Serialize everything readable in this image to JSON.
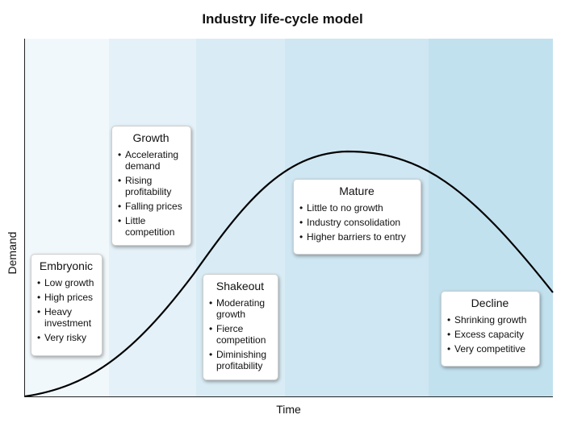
{
  "title": "Industry life-cycle model",
  "xlabel": "Time",
  "ylabel": "Demand",
  "colors": {
    "curve": "#000000",
    "stage_bands": [
      "#f1f8fc",
      "#e4f1f8",
      "#d9ecf5",
      "#cfe7f2",
      "#c2e1ef"
    ]
  },
  "stages": [
    {
      "name": "Embryonic",
      "bullets": [
        "Low growth",
        "High prices",
        "Heavy investment",
        "Very risky"
      ]
    },
    {
      "name": "Growth",
      "bullets": [
        "Accelerating demand",
        "Rising profitability",
        "Falling prices",
        "Little competition"
      ]
    },
    {
      "name": "Shakeout",
      "bullets": [
        "Moderating growth",
        "Fierce competition",
        "Diminishing profitability"
      ]
    },
    {
      "name": "Mature",
      "bullets": [
        "Little to no growth",
        "Industry consolidation",
        "Higher barriers to entry"
      ]
    },
    {
      "name": "Decline",
      "bullets": [
        "Shrinking growth",
        "Excess capacity",
        "Very competitive"
      ]
    }
  ]
}
